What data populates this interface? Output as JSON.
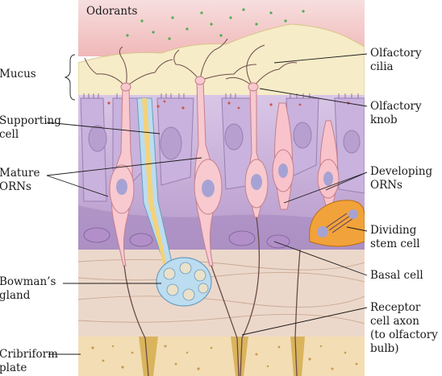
{
  "labels": {
    "odorants": "Odorants",
    "mucus": "Mucus",
    "supporting_cell": "Supporting\ncell",
    "mature_orns": "Mature\nORNs",
    "bowmans_gland": "Bowman’s\ngland",
    "cribriform_plate": "Cribriform\nplate",
    "olfactory_cilia": "Olfactory\ncilia",
    "olfactory_knob": "Olfactory\nknob",
    "developing_orns": "Developing\nORNs",
    "dividing_stem_cell": "Dividing\nstem cell",
    "basal_cell": "Basal cell",
    "receptor_axon": "Receptor\ncell axon\n(to olfactory\nbulb)"
  },
  "colors": {
    "odorant_dots": "#4caf50",
    "mucus": "#f6ecc8",
    "air": "#f3c9c9",
    "epithelium": "#d7c2e3",
    "supporting_cells": "#c8b0dc",
    "orn": "#f8c9cf",
    "developing_orn": "#f9c3cb",
    "stem_cell": "#f2a23a",
    "lamina_propria": "#ead5c6",
    "bowmans_gland": "#bcdcf0",
    "duct_yellow": "#f3d27a",
    "bone": "#f3ddb4",
    "bone_gap": "#d9b45c"
  }
}
